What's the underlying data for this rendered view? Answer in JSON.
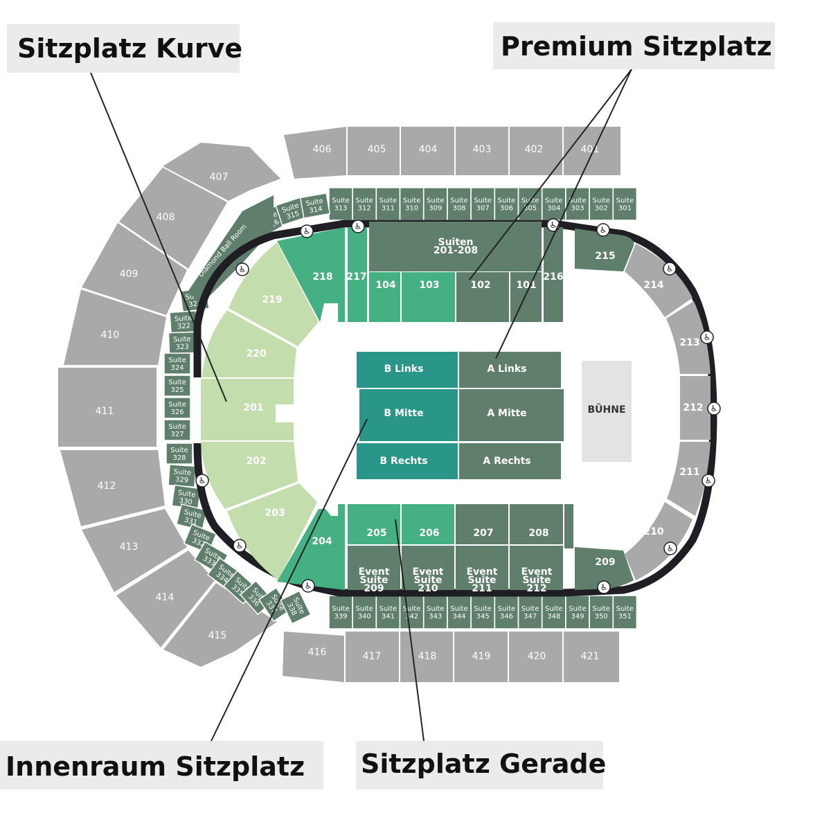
{
  "callouts": {
    "kurve": "Sitzplatz Kurve",
    "premium": "Premium Sitzplatz",
    "innenraum": "Innenraum Sitzplatz",
    "gerade": "Sitzplatz Gerade"
  },
  "colors": {
    "upper": "#a9a9a9",
    "suite": "#5f7f6c",
    "premium": "#5f7f6c",
    "curve": "#c3ddac",
    "straight": "#45b082",
    "floor_b": "#2a968a",
    "floor_a": "#5f7f6c",
    "stage": "#e3e3e3",
    "track": "#1e1e24"
  },
  "upper_top": [
    "406",
    "405",
    "404",
    "403",
    "402",
    "401"
  ],
  "upper_bottom": [
    "416",
    "417",
    "418",
    "419",
    "420",
    "421"
  ],
  "upper_curve": [
    "407",
    "408",
    "409",
    "410",
    "411",
    "412",
    "413",
    "414",
    "415"
  ],
  "suite_word": "Suite",
  "suites_top": [
    "313",
    "312",
    "311",
    "310",
    "309",
    "308",
    "307",
    "306",
    "305",
    "304",
    "303",
    "302",
    "301"
  ],
  "suites_bottom": [
    "339",
    "340",
    "341",
    "342",
    "343",
    "344",
    "345",
    "346",
    "347",
    "348",
    "349",
    "350",
    "351"
  ],
  "suites_left": [
    "321",
    "322",
    "323",
    "324",
    "325",
    "326",
    "327",
    "328",
    "329",
    "330",
    "331",
    "332",
    "333",
    "334",
    "335",
    "336",
    "337",
    "338",
    "316",
    "315",
    "314"
  ],
  "diamond": "Diamond Ball Room",
  "suiten_block": {
    "line1": "Suiten",
    "line2": "201-208"
  },
  "lower_top": [
    "218",
    "217",
    "104",
    "103",
    "102",
    "101",
    "216",
    "215"
  ],
  "lower_right": [
    "214",
    "213",
    "212",
    "211",
    "210",
    "209"
  ],
  "lower_bottom": [
    "204",
    "205",
    "206",
    "207",
    "208"
  ],
  "curve_sections": [
    "219",
    "220",
    "201",
    "202",
    "203"
  ],
  "event_suites": [
    {
      "l1": "Event",
      "l2": "Suite",
      "l3": "209"
    },
    {
      "l1": "Event",
      "l2": "Suite",
      "l3": "210"
    },
    {
      "l1": "Event",
      "l2": "Suite",
      "l3": "211"
    },
    {
      "l1": "Event",
      "l2": "Suite",
      "l3": "212"
    }
  ],
  "floor": {
    "b_links": "B Links",
    "b_mitte": "B Mitte",
    "b_rechts": "B Rechts",
    "a_links": "A Links",
    "a_mitte": "A Mitte",
    "a_rechts": "A Rechts"
  },
  "stage": "BÜHNE",
  "wheelchair_icon": "wheelchair-icon"
}
